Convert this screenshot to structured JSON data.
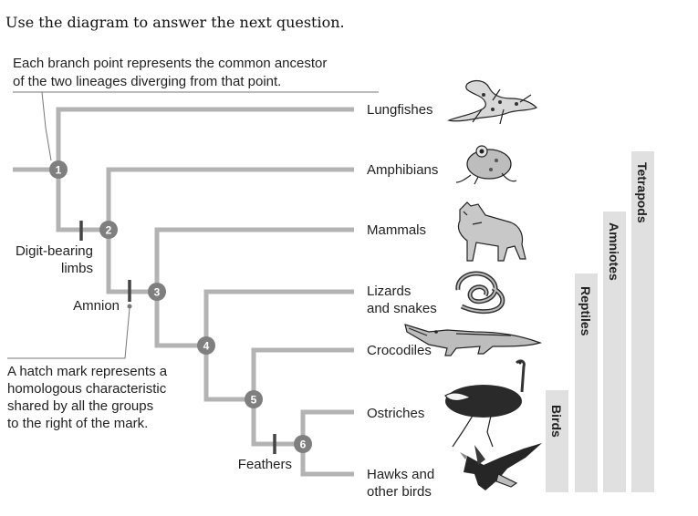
{
  "question": "Use the diagram to answer the next question.",
  "callouts": {
    "branch_point_line1": "Each branch point represents the common ancestor",
    "branch_point_line2": "of the two lineages diverging from that point.",
    "hatch_line1": "A hatch mark represents a",
    "hatch_line2": "homologous characteristic",
    "hatch_line3": "shared by all the groups",
    "hatch_line4": "to the right of the mark."
  },
  "nodes": [
    "1",
    "2",
    "3",
    "4",
    "5",
    "6"
  ],
  "taxa": {
    "lungfishes": "Lungfishes",
    "amphibians": "Amphibians",
    "mammals": "Mammals",
    "lizards_line1": "Lizards",
    "lizards_line2": "and snakes",
    "crocodiles": "Crocodiles",
    "ostriches": "Ostriches",
    "hawks_line1": "Hawks and",
    "hawks_line2": "other birds"
  },
  "traits": {
    "digit_line1": "Digit-bearing",
    "digit_line2": "limbs",
    "amnion": "Amnion",
    "feathers": "Feathers"
  },
  "groups": {
    "birds": "Birds",
    "reptiles": "Reptiles",
    "amniotes": "Amniotes",
    "tetrapods": "Tetrapods"
  },
  "colors": {
    "branch": "#b3b3b3",
    "node": "#7f7f7f",
    "group_bar": "#e0e0e0"
  },
  "icons": [
    "salamander-icon",
    "frog-icon",
    "wolf-icon",
    "snake-icon",
    "crocodile-icon",
    "ostrich-icon",
    "hawk-icon"
  ]
}
